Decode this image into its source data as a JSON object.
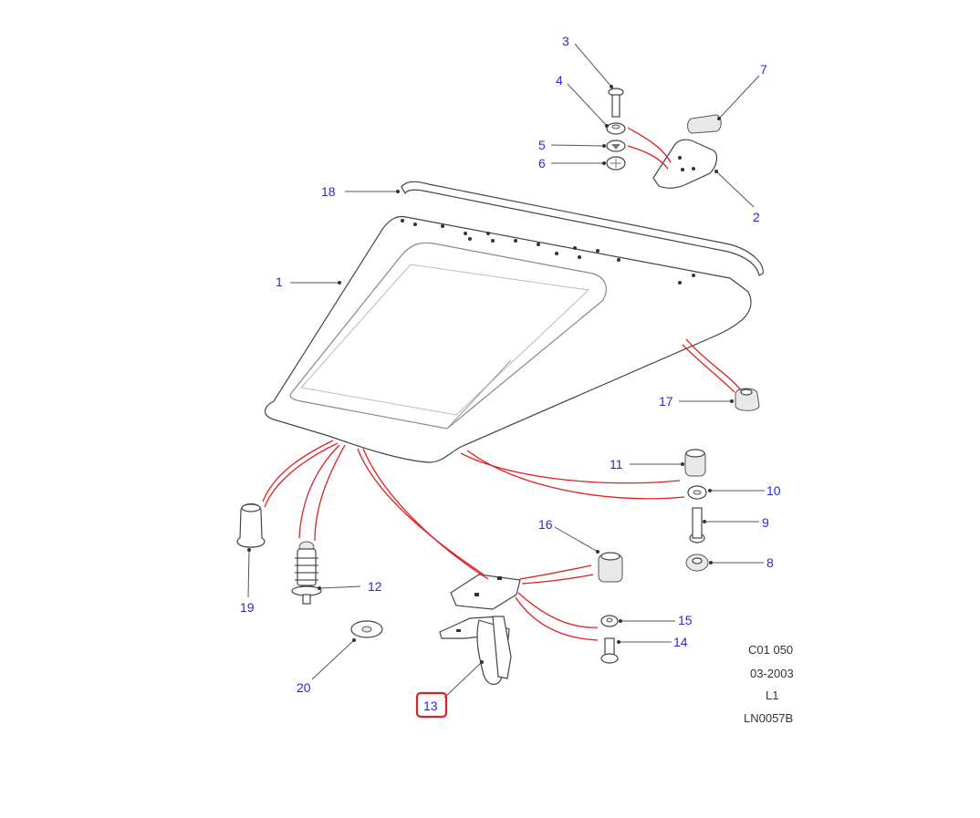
{
  "diagram": {
    "callouts": [
      "1",
      "2",
      "3",
      "4",
      "5",
      "6",
      "7",
      "8",
      "9",
      "10",
      "11",
      "12",
      "13",
      "14",
      "15",
      "16",
      "17",
      "18",
      "19",
      "20"
    ],
    "selected": "13",
    "info": {
      "code": "C01 050",
      "date": "03-2003",
      "level": "L1",
      "ref": "LN0057B"
    },
    "highlight_color": "#e02020",
    "callout_color": "#2a2ad0"
  }
}
